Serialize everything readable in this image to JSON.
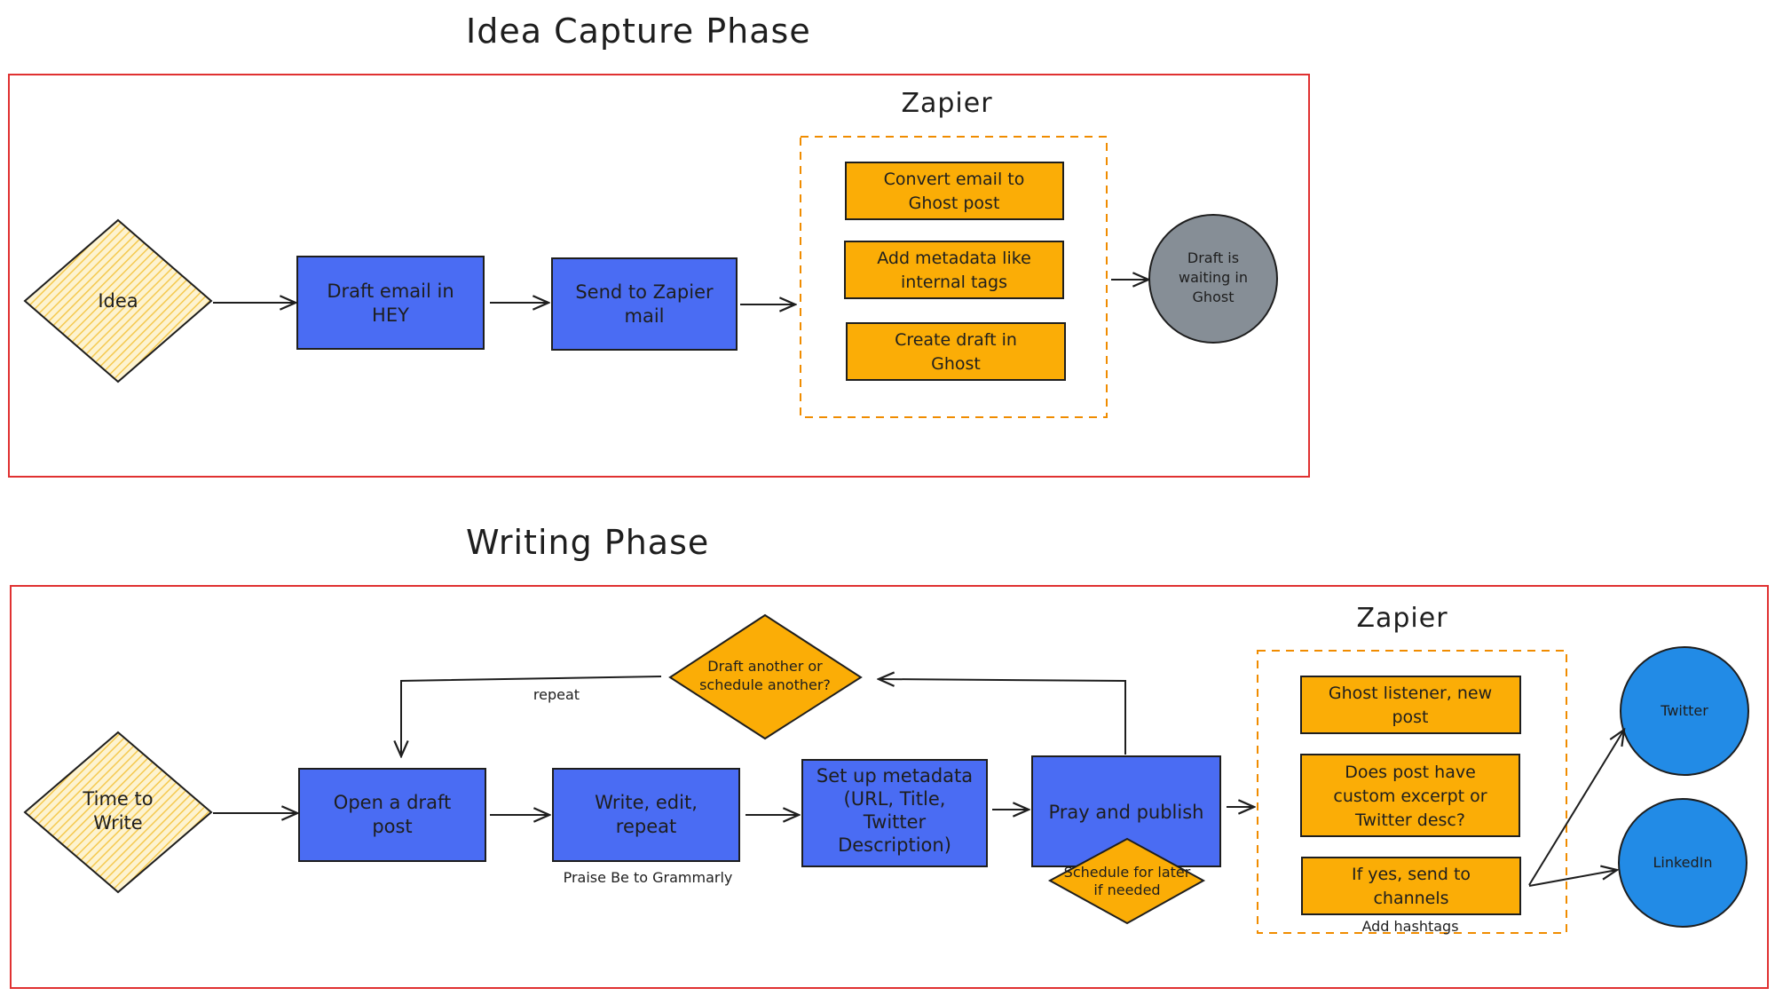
{
  "phase1": {
    "title": "Idea Capture Phase",
    "idea": "Idea",
    "draft_email": [
      "Draft email in",
      "HEY"
    ],
    "send_zapier": [
      "Send to Zapier",
      "mail"
    ],
    "zapier_title": "Zapier",
    "convert": [
      "Convert email to",
      "Ghost post"
    ],
    "metadata": [
      "Add metadata like",
      "internal tags"
    ],
    "create": [
      "Create draft in",
      "Ghost"
    ],
    "waiting": [
      "Draft is",
      "waiting in",
      "Ghost"
    ]
  },
  "phase2": {
    "title": "Writing Phase",
    "time": [
      "Time to",
      "Write"
    ],
    "open": [
      "Open a draft",
      "post"
    ],
    "write": [
      "Write, edit,",
      "repeat"
    ],
    "grammarly": "Praise Be to Grammarly",
    "setup": [
      "Set up metadata",
      "(URL, Title,",
      "Twitter",
      "Description)"
    ],
    "pray": "Pray and publish",
    "schedule": [
      "Schedule for later",
      "if needed"
    ],
    "decision": [
      "Draft another or",
      "schedule another?"
    ],
    "repeat": "repeat",
    "zapier_title": "Zapier",
    "listener": [
      "Ghost listener, new",
      "post"
    ],
    "excerpt": [
      "Does post have",
      "custom excerpt or",
      "Twitter desc?"
    ],
    "ifyes": [
      "If yes, send to",
      "channels"
    ],
    "hashtags": "Add hashtags",
    "twitter": "Twitter",
    "linkedin": "LinkedIn"
  },
  "colors": {
    "blue_box": "#4a6cf3",
    "orange_box": "#fbad06",
    "gray_circle": "#868e96",
    "social_circle": "#228be6",
    "frame_red": "#e03131",
    "dash_orange": "#f08c00",
    "hatch_yellow": "#f5c94f"
  }
}
